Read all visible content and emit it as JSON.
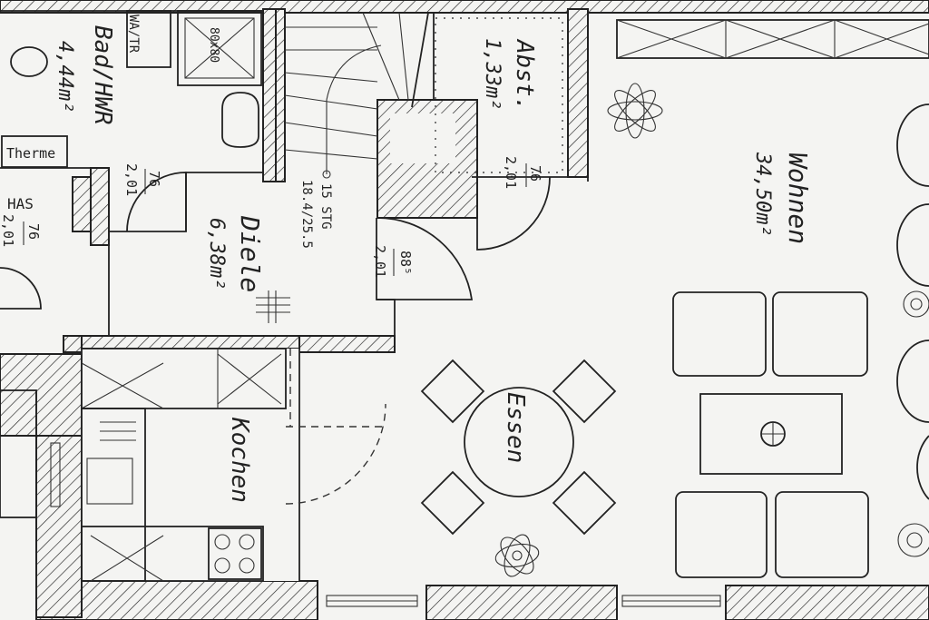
{
  "rooms": {
    "bad": {
      "name": "Bad/HWR",
      "area": "4,44m²",
      "door_w": "76",
      "door_h": "2,01"
    },
    "abst": {
      "name": "Abst.",
      "area": "1,33m²",
      "door_w": "76",
      "door_h": "2,01"
    },
    "wohnen": {
      "name": "Wohnen",
      "area": "34,50m²"
    },
    "diele": {
      "name": "Diele",
      "area": "6,38m²"
    },
    "kochen": {
      "name": "Kochen"
    },
    "essen": {
      "name": "Essen"
    },
    "has": {
      "name": "HAS",
      "door_w": "76",
      "door_h": "2,01"
    }
  },
  "labels": {
    "wa_tr": "WA/TR",
    "shower": "80x80",
    "therme": "Therme",
    "stair_count": "15 STG",
    "stair_dims": "18.4/25.5",
    "diele_door_w": "88⁵",
    "diele_door_h": "2,01"
  }
}
